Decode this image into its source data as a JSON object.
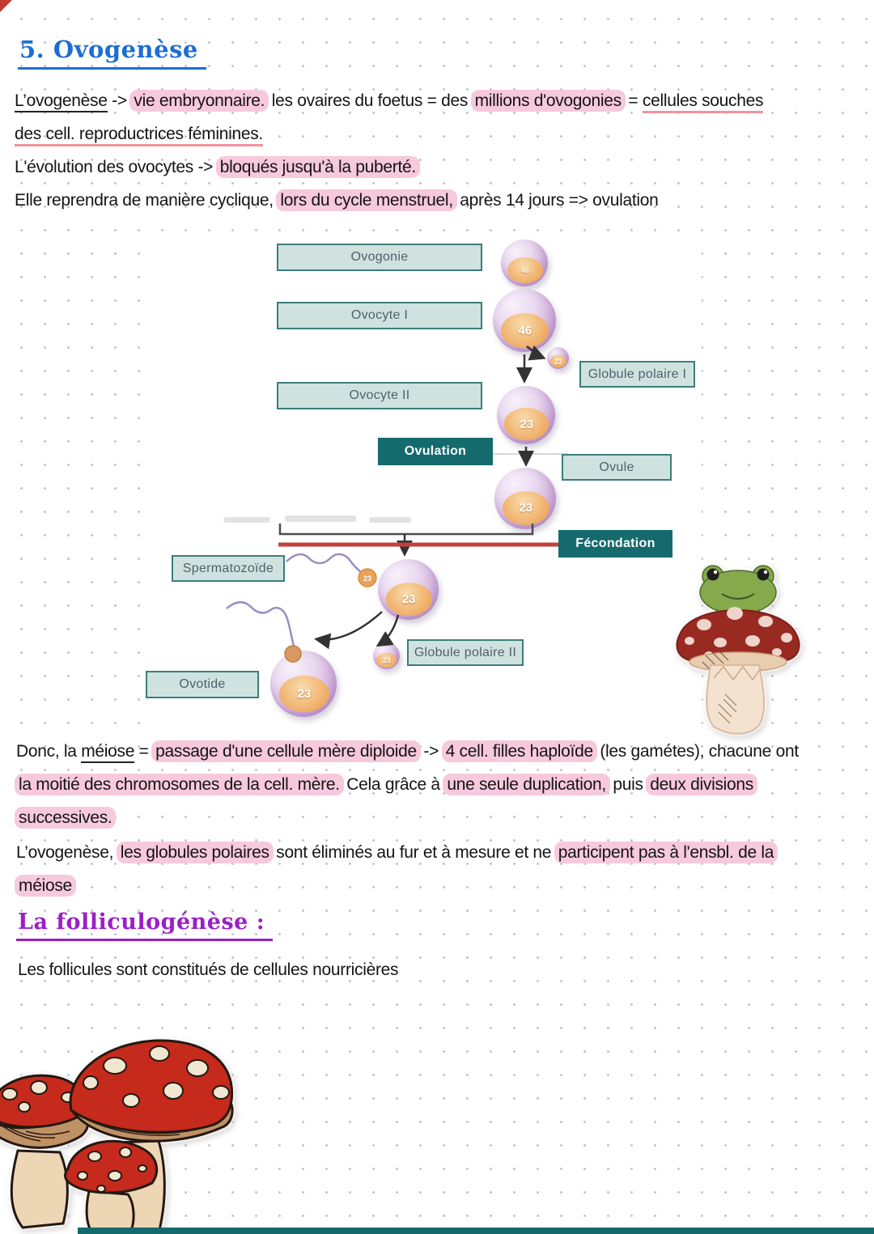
{
  "page": {
    "title": "5. Ovogenèse",
    "subtitle": "La folliculogénèse :"
  },
  "colors": {
    "title_blue": "#1b6ed3",
    "subtitle_purple": "#9a1fc7",
    "highlight_pink": "#f7c9dc",
    "underline_pink": "#f0939d",
    "box_fill_teal": "#cfe2e0",
    "box_border_teal": "#3c7e79",
    "box_dark_teal": "#156a6e",
    "fecondation_line_red": "#c2413c"
  },
  "paragraphs": {
    "intro": {
      "lines": [
        [
          {
            "t": "L’ovogenèse",
            "s": "ul-black"
          },
          {
            "t": " -> ",
            "s": "plain"
          },
          {
            "t": "vie embryonnaire.",
            "s": "hl"
          },
          {
            "t": " les ovaires du foetus = des ",
            "s": "plain"
          },
          {
            "t": "millions d'ovogonies",
            "s": "hl"
          },
          {
            "t": " = ",
            "s": "plain"
          },
          {
            "t": "cellules souches",
            "s": "ul-pink"
          }
        ],
        [
          {
            "t": "des cell. reproductrices féminines.",
            "s": "ul-pink"
          }
        ],
        [
          {
            "t": "L'évolution des ovocytes -> ",
            "s": "plain"
          },
          {
            "t": "bloqués jusqu'à la puberté.",
            "s": "hl"
          }
        ],
        [
          {
            "t": "Elle reprendra de manière cyclique, ",
            "s": "plain"
          },
          {
            "t": "lors du cycle menstruel,",
            "s": "hl"
          },
          {
            "t": " après 14 jours => ovulation",
            "s": "plain"
          }
        ]
      ]
    },
    "meiose": {
      "lines": [
        [
          {
            "t": "Donc, la ",
            "s": "plain"
          },
          {
            "t": "méiose",
            "s": "ul-black"
          },
          {
            "t": " = ",
            "s": "plain"
          },
          {
            "t": "passage d'une cellule mère diploide",
            "s": "hl"
          },
          {
            "t": " -> ",
            "s": "plain"
          },
          {
            "t": "4 cell. filles haploïde",
            "s": "hl"
          },
          {
            "t": " (les gamétes), chacune ont",
            "s": "plain"
          }
        ],
        [
          {
            "t": "la moitié des chromosomes de la cell. mère.",
            "s": "hl"
          },
          {
            "t": " Cela grâce à ",
            "s": "plain"
          },
          {
            "t": "une seule duplication,",
            "s": "hl"
          },
          {
            "t": " puis ",
            "s": "plain"
          },
          {
            "t": "deux divisions",
            "s": "hl"
          }
        ],
        [
          {
            "t": "successives.",
            "s": "hl"
          }
        ]
      ]
    },
    "ovogenese_note": {
      "lines": [
        [
          {
            "t": "L’ovogenèse, ",
            "s": "plain"
          },
          {
            "t": "les globules polaires",
            "s": "hl"
          },
          {
            "t": " sont éliminés au fur et à mesure et ne ",
            "s": "plain"
          },
          {
            "t": "participent pas à l'ensbl. de la",
            "s": "hl"
          }
        ],
        [
          {
            "t": "méiose",
            "s": "hl"
          }
        ]
      ]
    },
    "follicules": {
      "lines": [
        [
          {
            "t": "Les follicules sont constitués de cellules nourricières",
            "s": "plain"
          }
        ]
      ]
    }
  },
  "diagram": {
    "labels": {
      "ovogonie": "Ovogonie",
      "ovocyte1": "Ovocyte I",
      "globule_polaire1": "Globule polaire I",
      "ovocyte2": "Ovocyte II",
      "ovulation": "Ovulation",
      "ovule": "Ovule",
      "fecondation": "Fécondation",
      "spermatozoide": "Spermatozoïde",
      "globule_polaire2": "Globule polaire II",
      "ovotide": "Ovotide"
    },
    "cells": {
      "ovogonie": "46",
      "ovocyte1": "46",
      "gp1": "23",
      "ovocyte2": "23",
      "ovule": "23",
      "sperm_head": "23",
      "fertilized": "23",
      "gp2": "23",
      "ovotide": "23"
    }
  },
  "stickers": {
    "frog_mushroom": "frog-on-mushroom-sticker",
    "mushrooms": "red-mushrooms-sticker"
  }
}
